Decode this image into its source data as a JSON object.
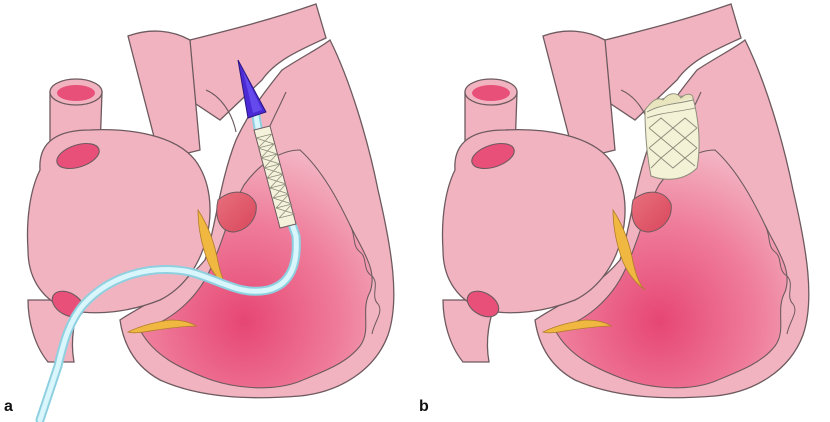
{
  "panels": [
    {
      "id": "a",
      "label": "a"
    },
    {
      "id": "b",
      "label": "b"
    }
  ],
  "colors": {
    "heart_pink": "#f2b3c0",
    "heart_outline": "#6d5a5f",
    "chamber_gradient_outer": "#f2b3c0",
    "chamber_gradient_inner": "#e84a78",
    "valve_red": "#e05a6c",
    "leaflet_yellow": "#f0b840",
    "vessel_opening": "#e8507a",
    "catheter_cyan": "#c8f0f8",
    "catheter_outline": "#8fd0e0",
    "nosecone_purple": "#4b2bd6",
    "stent_fill": "#f5f2dc",
    "stent_lines": "#8c8c7a",
    "implanted_valve_fill": "#f3f2d6"
  },
  "icons": {
    "catheter": "delivery-catheter-icon",
    "nosecone": "catheter-nosecone-icon",
    "crimped_stent": "crimped-valve-stent-icon",
    "expanded_valve": "expanded-valve-prosthesis-icon"
  }
}
